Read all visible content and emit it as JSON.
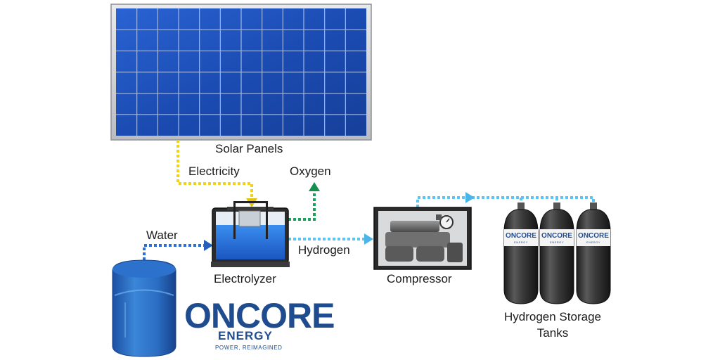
{
  "labels": {
    "solar_panels": "Solar Panels",
    "electricity": "Electricity",
    "oxygen": "Oxygen",
    "water": "Water",
    "hydrogen": "Hydrogen",
    "electrolyzer": "Electrolyzer",
    "compressor": "Compressor",
    "storage_line1": "Hydrogen Storage",
    "storage_line2": "Tanks"
  },
  "logo": {
    "wordmark": "ONCORE",
    "subtitle": "ENERGY",
    "tagline": "POWER, REIMAGINED"
  },
  "tank_logo": {
    "wordmark": "ONCORE",
    "subtitle": "ENERGY"
  },
  "colors": {
    "electricity_line": "#f2d21a",
    "oxygen_line": "#1aa35a",
    "water_line": "#2d6fd1",
    "hydrogen_line": "#5cc4f2",
    "brand_blue": "#1f4c8f",
    "brand_green": "#1fae5b",
    "panel_blue": "#1d4fb7"
  }
}
